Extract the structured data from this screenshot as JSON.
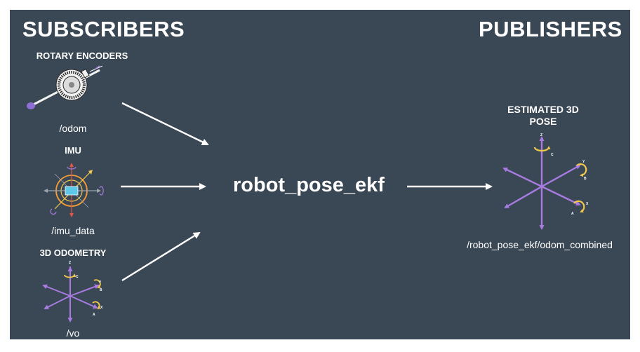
{
  "headings": {
    "subscribers": "SUBSCRIBERS",
    "publishers": "PUBLISHERS"
  },
  "inputs": [
    {
      "label": "ROTARY ENCODERS",
      "topic": "/odom"
    },
    {
      "label": "IMU",
      "topic": "/imu_data"
    },
    {
      "label": "3D ODOMETRY",
      "topic": "/vo"
    }
  ],
  "node": {
    "name": "robot_pose_ekf"
  },
  "output": {
    "label_line1": "ESTIMATED 3D",
    "label_line2": "POSE",
    "topic": "/robot_pose_ekf/odom_combined"
  },
  "axis_letters": {
    "z": "Z",
    "c": "C",
    "y": "Y",
    "b": "B",
    "x": "X",
    "a": "A"
  },
  "colors": {
    "background": "#3a4754",
    "text": "#ffffff",
    "arrow": "#ffffff",
    "axis_purple": "#a77be0",
    "rotation_yellow": "#f2c94c",
    "imu_orange": "#f29c38",
    "imu_blue": "#5ec8e8",
    "imu_red": "#e0574a",
    "encoder_white": "#f2f2f2"
  }
}
